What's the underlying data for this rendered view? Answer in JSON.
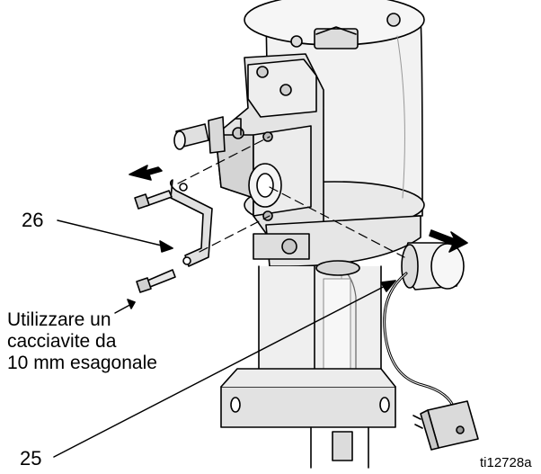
{
  "callouts": {
    "part_26": "26",
    "part_25": "25"
  },
  "note": {
    "line1": "Utilizzare un",
    "line2": "cacciavite da",
    "line3": "10 mm esagonale"
  },
  "figure_id": "ti12728a"
}
